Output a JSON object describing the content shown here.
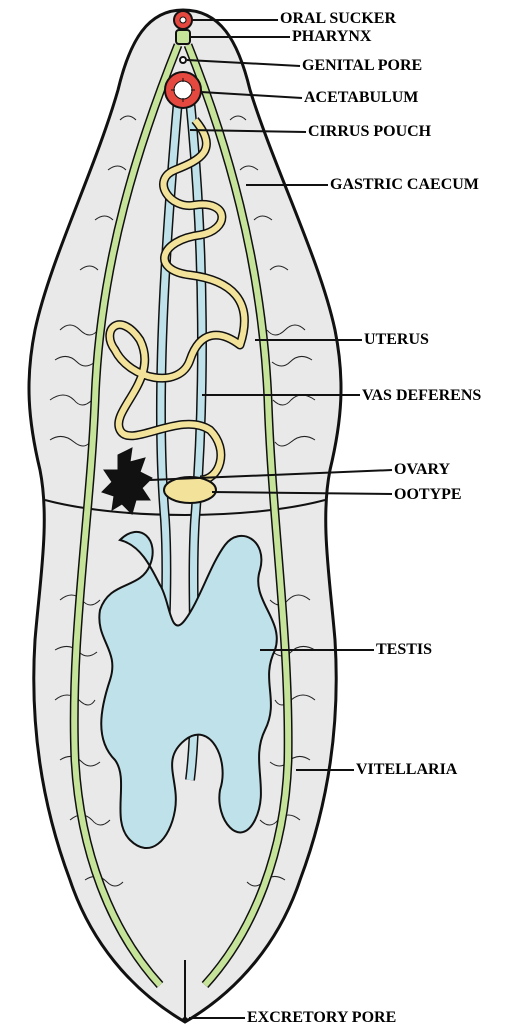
{
  "labels": {
    "oral_sucker": "ORAL SUCKER",
    "pharynx": "PHARYNX",
    "genital_pore": "GENITAL PORE",
    "acetabulum": "ACETABULUM",
    "cirrus_pouch": "CIRRUS POUCH",
    "gastric_caecum": "GASTRIC CAECUM",
    "uterus": "UTERUS",
    "vas_deferens": "VAS DEFERENS",
    "ovary": "OVARY",
    "ootype": "OOTYPE",
    "testis": "TESTIS",
    "vitellaria": "VITELLARIA",
    "excretory_pore": "EXCRETORY PORE"
  },
  "colors": {
    "body_fill": "#e9e9e9",
    "outline": "#111111",
    "caecum": "#c6e39a",
    "duct": "#bfe2ea",
    "uterus": "#f3e39a",
    "sucker": "#e5483f",
    "testis": "#bfe2ea",
    "ovary": "#111111",
    "ootype": "#f3e39a"
  }
}
